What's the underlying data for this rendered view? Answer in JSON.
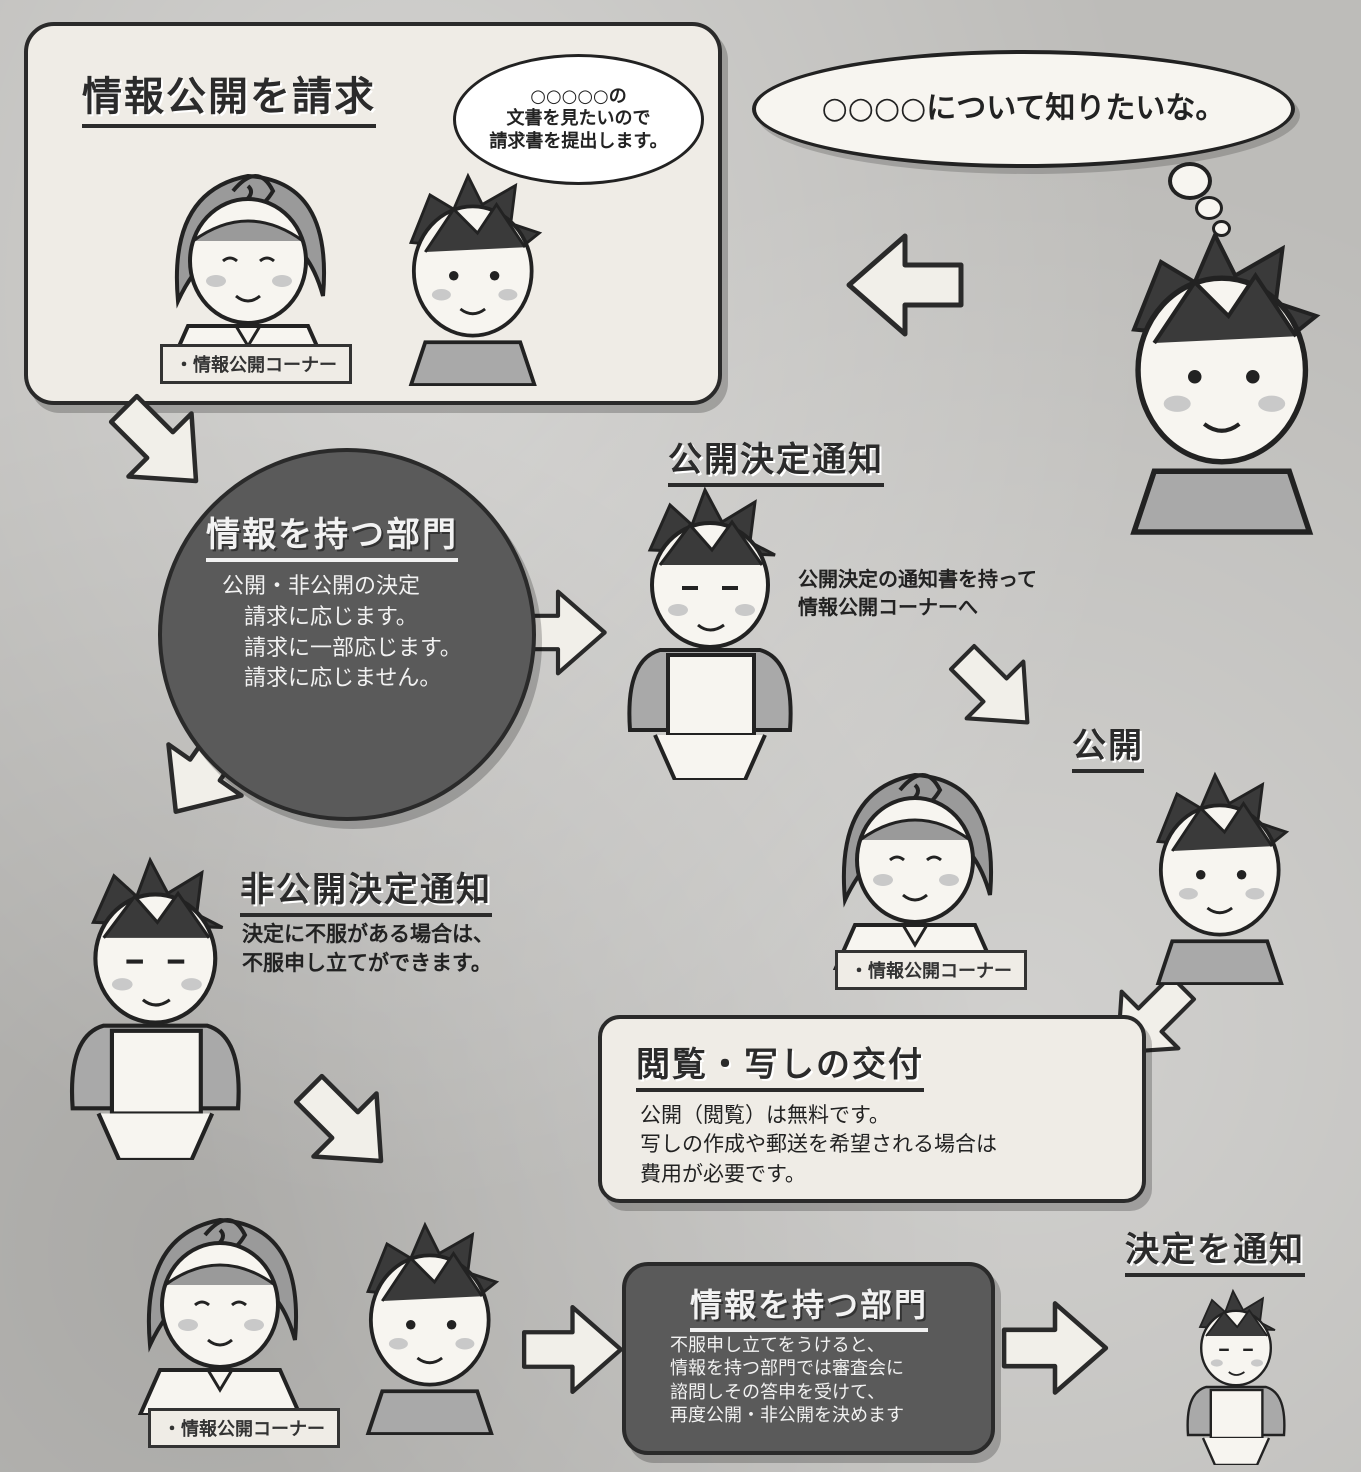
{
  "request": {
    "title": "情報公開を請求",
    "speech": [
      "○○○○○の",
      "文書を見たいので",
      "請求書を提出します。"
    ],
    "corner": "・情報公開コーナー"
  },
  "thought": {
    "text": "○○○○について知りたいな。"
  },
  "dept1": {
    "title": "情報を持つ部門",
    "lines": [
      "公開・非公開の決定",
      "請求に応じます。",
      "請求に一部応じます。",
      "請求に応じません。"
    ]
  },
  "notice": {
    "title": "公開決定通知",
    "caption": [
      "公開決定の通知書を持って",
      "情報公開コーナーへ"
    ]
  },
  "disclose": {
    "title": "公開",
    "corner": "・情報公開コーナー"
  },
  "nondisclose": {
    "title": "非公開決定通知",
    "lines": [
      "決定に不服がある場合は、",
      "不服申し立てができます。"
    ]
  },
  "viewing": {
    "title": "閲覧・写しの交付",
    "lines": [
      "公開（閲覧）は無料です。",
      "写しの作成や郵送を希望される場合は",
      "費用が必要です。"
    ]
  },
  "appeal": {
    "corner": "・情報公開コーナー"
  },
  "dept2": {
    "title": "情報を持つ部門",
    "lines": [
      "不服申し立てをうけると、",
      "情報を持つ部門では審査会に",
      "諮問しその答申を受けて、",
      "再度公開・非公開を決めます"
    ]
  },
  "final": {
    "title": "決定を通知"
  },
  "colors": {
    "dark_panel": "#5a5a5a",
    "light_panel": "#efece6",
    "ink": "#2a2a2a"
  }
}
